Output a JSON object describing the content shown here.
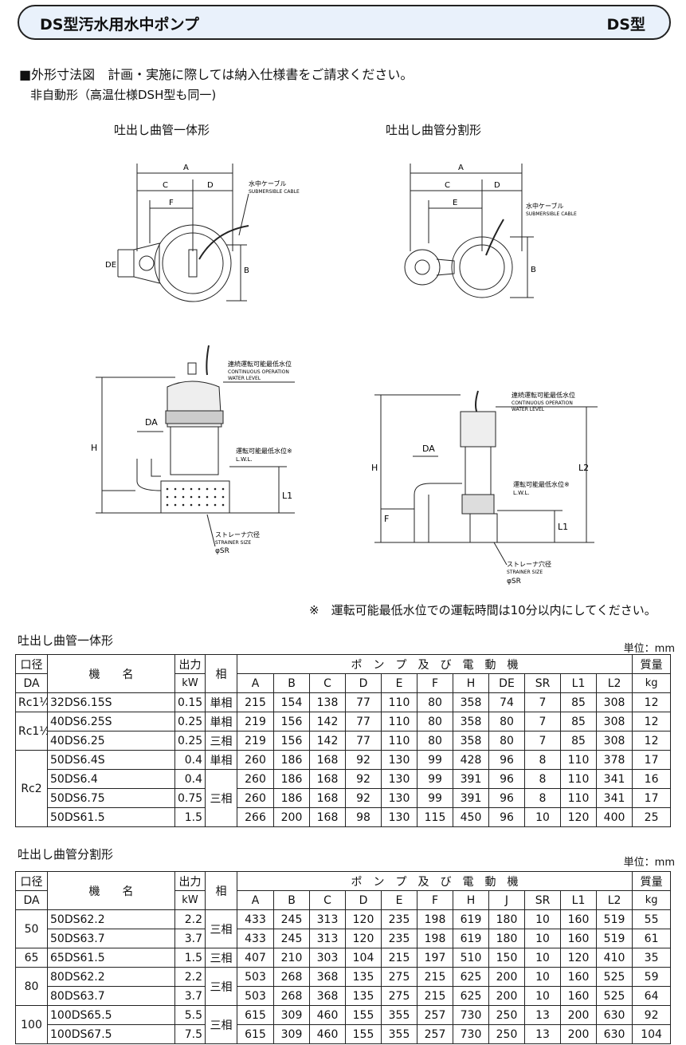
{
  "header": {
    "title": "DS型汚水用水中ポンプ",
    "type_code": "DS型"
  },
  "intro": {
    "line1": "■外形寸法図　計画・実施に際しては納入仕様書をご請求ください。",
    "line2": "非自動形（高温仕様DSH型も同一)"
  },
  "diagrams": {
    "left_title": "吐出し曲管一体形",
    "right_title": "吐出し曲管分割形",
    "dim_A": "A",
    "dim_B": "B",
    "dim_C": "C",
    "dim_D": "D",
    "dim_E": "E",
    "dim_F": "F",
    "dim_DE": "DE",
    "dim_DA": "DA",
    "dim_H": "H",
    "dim_L1": "L1",
    "dim_L2": "L2",
    "cable_jp": "水中ケーブル",
    "cable_en": "SUBMERSIBLE CABLE",
    "cont_jp": "連続運転可能最低水位",
    "cont_en1": "CONTINUOUS OPERATION",
    "cont_en2": "WATER LEVEL",
    "lowest_jp": "運転可能最低水位※",
    "lwl": "L.W.L.",
    "strainer_jp": "ストレーナ穴径",
    "strainer_en": "STRAINER SIZE",
    "sr": "φSR"
  },
  "caution": "※　運転可能最低水位での運転時間は10分以内にしてください。",
  "table1": {
    "title": "吐出し曲管一体形",
    "unit": "単位：mm",
    "h_dia": "口径",
    "h_da": "DA",
    "h_model": "機　　名",
    "h_power": "出力",
    "h_kw": "kW",
    "h_phase": "相",
    "h_pump": "ポ　ン　プ　及　び　電　動　機",
    "h_mass": "質量",
    "h_kg": "kg",
    "cols": [
      "A",
      "B",
      "C",
      "D",
      "E",
      "F",
      "H",
      "DE",
      "SR",
      "L1",
      "L2"
    ],
    "rows": [
      {
        "da": "Rc1¼",
        "model": "32DS6.15S",
        "kw": "0.15",
        "phase": "単相",
        "v": [
          "215",
          "154",
          "138",
          "77",
          "110",
          "80",
          "358",
          "74",
          "7",
          "85",
          "308"
        ],
        "kg": "12"
      },
      {
        "da": "Rc1½",
        "model": "40DS6.25S",
        "kw": "0.25",
        "phase": "単相",
        "v": [
          "219",
          "156",
          "142",
          "77",
          "110",
          "80",
          "358",
          "80",
          "7",
          "85",
          "308"
        ],
        "kg": "12"
      },
      {
        "da": "",
        "model": "40DS6.25",
        "kw": "0.25",
        "phase": "三相",
        "v": [
          "219",
          "156",
          "142",
          "77",
          "110",
          "80",
          "358",
          "80",
          "7",
          "85",
          "308"
        ],
        "kg": "12"
      },
      {
        "da": "Rc2",
        "model": "50DS6.4S",
        "kw": "0.4",
        "phase": "単相",
        "v": [
          "260",
          "186",
          "168",
          "92",
          "130",
          "99",
          "428",
          "96",
          "8",
          "110",
          "378"
        ],
        "kg": "17"
      },
      {
        "da": "",
        "model": "50DS6.4",
        "kw": "0.4",
        "phase": "三相",
        "v": [
          "260",
          "186",
          "168",
          "92",
          "130",
          "99",
          "391",
          "96",
          "8",
          "110",
          "341"
        ],
        "kg": "16"
      },
      {
        "da": "",
        "model": "50DS6.75",
        "kw": "0.75",
        "phase": "",
        "v": [
          "260",
          "186",
          "168",
          "92",
          "130",
          "99",
          "391",
          "96",
          "8",
          "110",
          "341"
        ],
        "kg": "17"
      },
      {
        "da": "",
        "model": "50DS61.5",
        "kw": "1.5",
        "phase": "",
        "v": [
          "266",
          "200",
          "168",
          "98",
          "130",
          "115",
          "450",
          "96",
          "10",
          "120",
          "400"
        ],
        "kg": "25"
      }
    ]
  },
  "table2": {
    "title": "吐出し曲管分割形",
    "unit": "単位：mm",
    "h_dia": "口径",
    "h_da": "DA",
    "h_model": "機　　名",
    "h_power": "出力",
    "h_kw": "kW",
    "h_phase": "相",
    "h_pump": "ポ　ン　プ　及　び　電　動　機",
    "h_mass": "質量",
    "h_kg": "kg",
    "cols": [
      "A",
      "B",
      "C",
      "D",
      "E",
      "F",
      "H",
      "J",
      "SR",
      "L1",
      "L2"
    ],
    "rows": [
      {
        "da": "50",
        "model": "50DS62.2",
        "kw": "2.2",
        "phase": "三相",
        "v": [
          "433",
          "245",
          "313",
          "120",
          "235",
          "198",
          "619",
          "180",
          "10",
          "160",
          "519"
        ],
        "kg": "55"
      },
      {
        "da": "",
        "model": "50DS63.7",
        "kw": "3.7",
        "phase": "",
        "v": [
          "433",
          "245",
          "313",
          "120",
          "235",
          "198",
          "619",
          "180",
          "10",
          "160",
          "519"
        ],
        "kg": "61"
      },
      {
        "da": "65",
        "model": "65DS61.5",
        "kw": "1.5",
        "phase": "三相",
        "v": [
          "407",
          "210",
          "303",
          "104",
          "215",
          "197",
          "510",
          "150",
          "10",
          "120",
          "410"
        ],
        "kg": "35"
      },
      {
        "da": "80",
        "model": "80DS62.2",
        "kw": "2.2",
        "phase": "三相",
        "v": [
          "503",
          "268",
          "368",
          "135",
          "275",
          "215",
          "625",
          "200",
          "10",
          "160",
          "525"
        ],
        "kg": "59"
      },
      {
        "da": "",
        "model": "80DS63.7",
        "kw": "3.7",
        "phase": "",
        "v": [
          "503",
          "268",
          "368",
          "135",
          "275",
          "215",
          "625",
          "200",
          "10",
          "160",
          "525"
        ],
        "kg": "64"
      },
      {
        "da": "100",
        "model": "100DS65.5",
        "kw": "5.5",
        "phase": "三相",
        "v": [
          "615",
          "309",
          "460",
          "155",
          "355",
          "257",
          "730",
          "250",
          "13",
          "200",
          "630"
        ],
        "kg": "92"
      },
      {
        "da": "",
        "model": "100DS67.5",
        "kw": "7.5",
        "phase": "",
        "v": [
          "615",
          "309",
          "460",
          "155",
          "355",
          "257",
          "730",
          "250",
          "13",
          "200",
          "630"
        ],
        "kg": "104"
      }
    ]
  }
}
